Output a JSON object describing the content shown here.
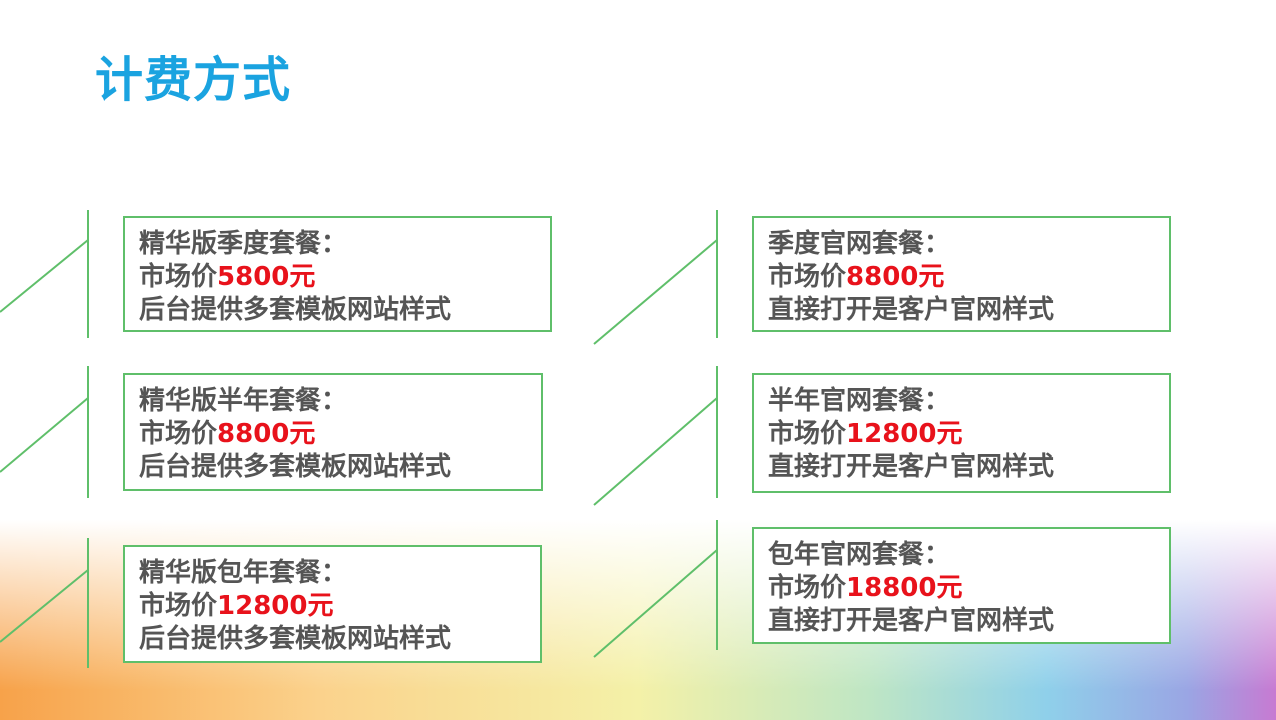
{
  "title": "计费方式",
  "colors": {
    "title": "#1aa3e0",
    "border": "#5fbf6a",
    "text": "#555555",
    "price": "#e8121b"
  },
  "packages": [
    {
      "name": "精华版季度套餐：",
      "price_label": "市场价",
      "price": "5800元",
      "desc": "后台提供多套模板网站样式"
    },
    {
      "name": "精华版半年套餐：",
      "price_label": "市场价",
      "price": "8800元",
      "desc": "后台提供多套模板网站样式"
    },
    {
      "name": "精华版包年套餐：",
      "price_label": "市场价",
      "price": "12800元",
      "desc": "后台提供多套模板网站样式"
    },
    {
      "name": "季度官网套餐：",
      "price_label": "市场价",
      "price": "8800元",
      "desc": "直接打开是客户官网样式"
    },
    {
      "name": "半年官网套餐：",
      "price_label": "市场价",
      "price": "12800元",
      "desc": "直接打开是客户官网样式"
    },
    {
      "name": "包年官网套餐：",
      "price_label": "市场价",
      "price": "18800元",
      "desc": "直接打开是客户官网样式"
    }
  ]
}
